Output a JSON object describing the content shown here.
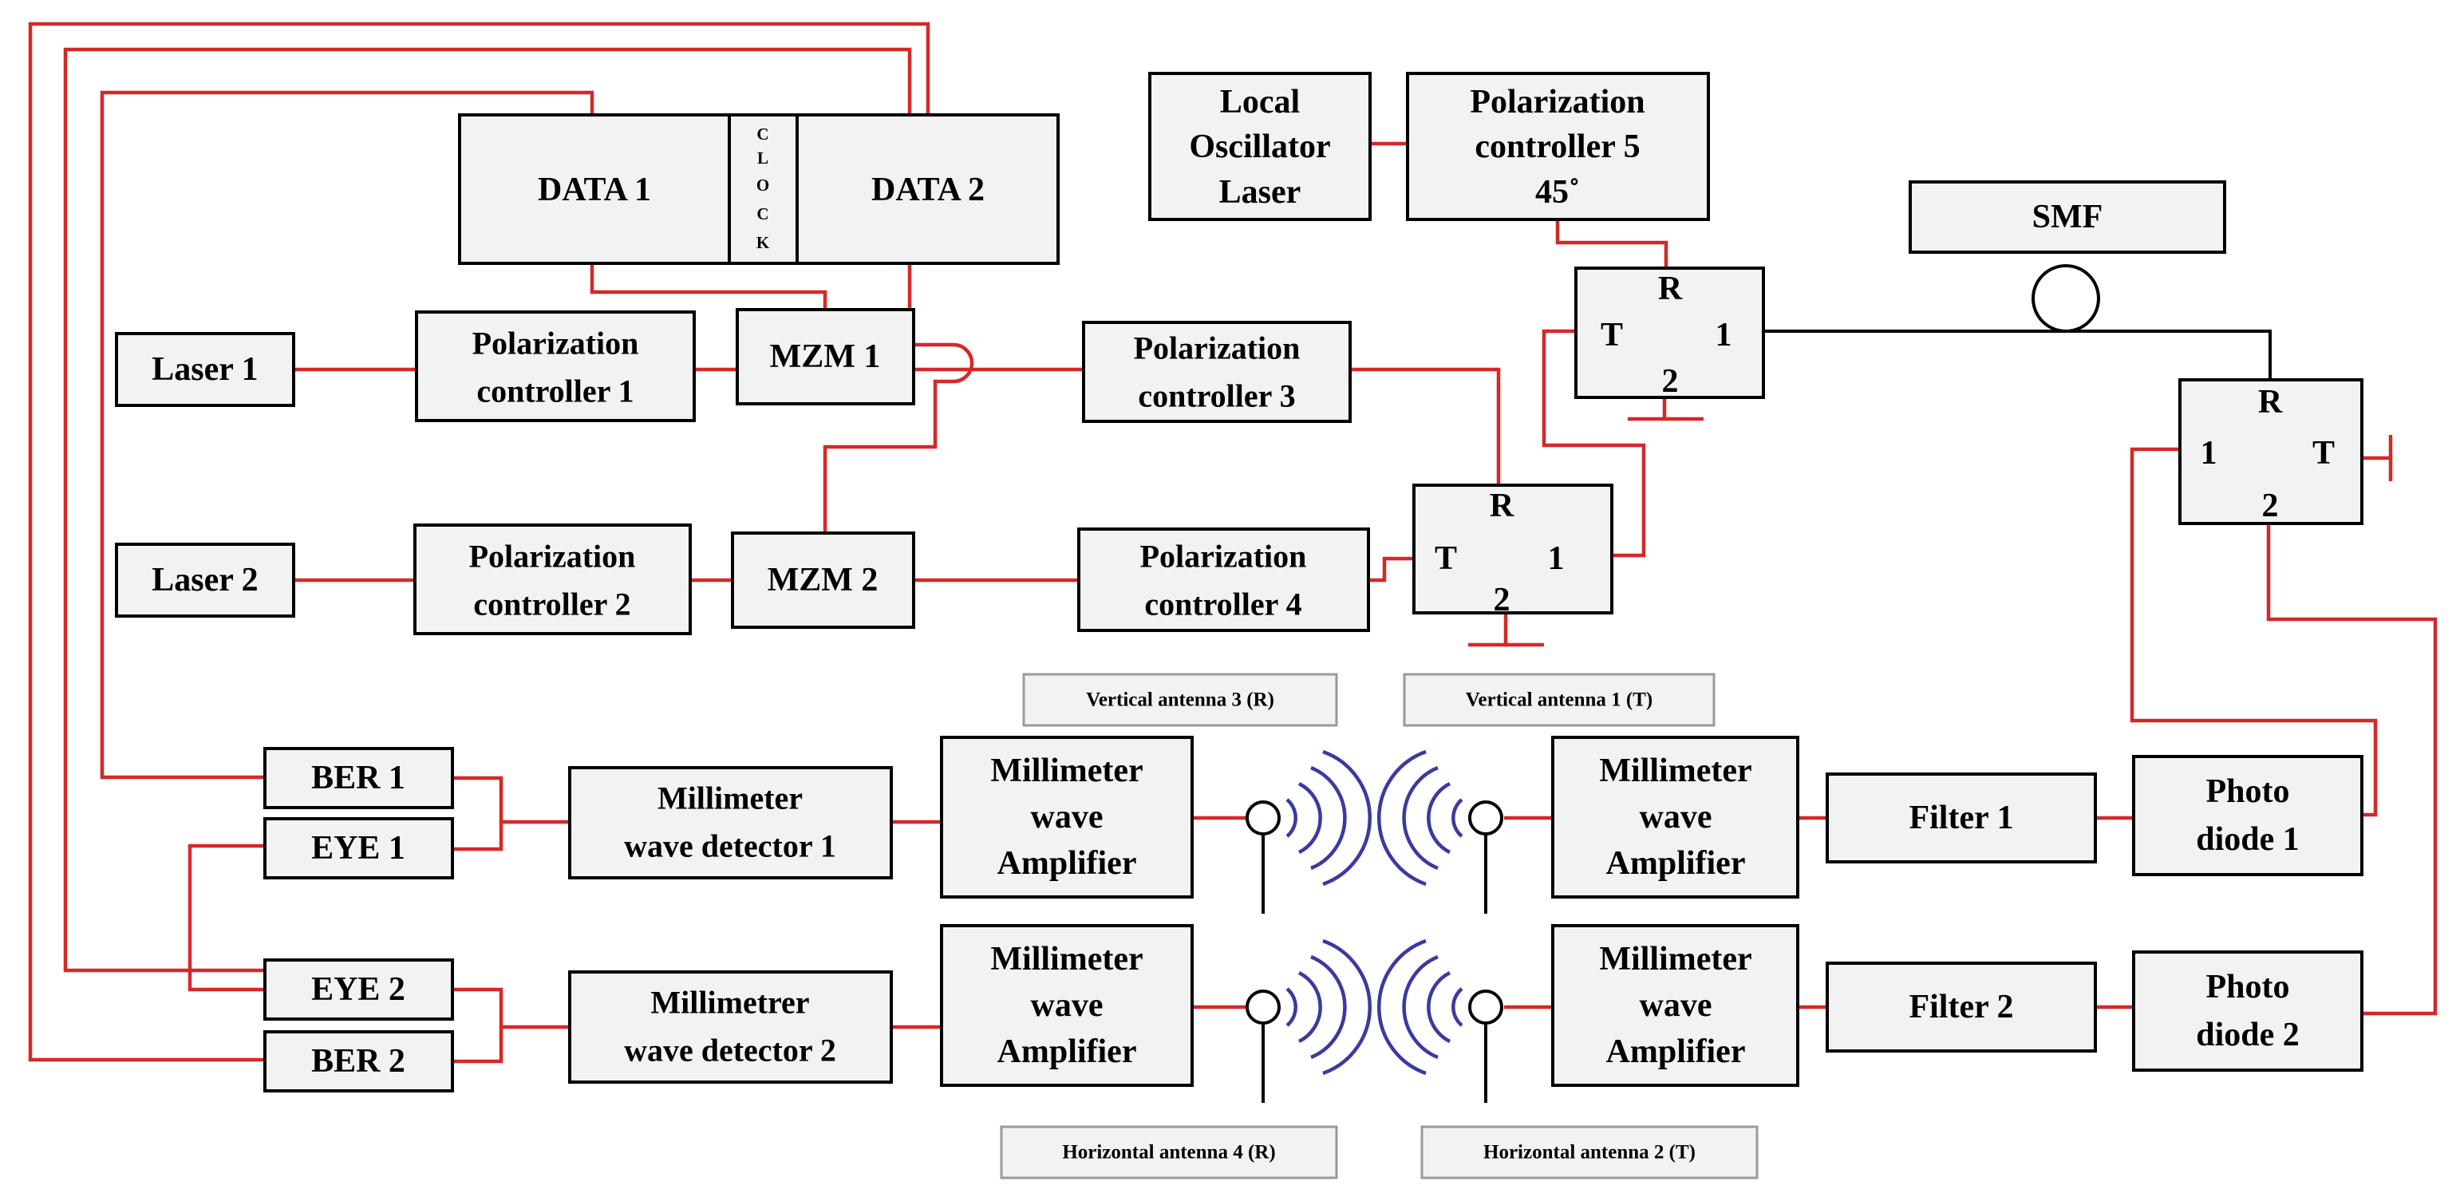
{
  "blocks": {
    "data1": "DATA 1",
    "data2": "DATA 2",
    "clock": [
      "C",
      "L",
      "O",
      "C",
      "K"
    ],
    "local_osc": [
      "Local",
      "Oscillator",
      "Laser"
    ],
    "pc5": [
      "Polarization",
      "controller 5",
      "45˚"
    ],
    "smf": "SMF",
    "laser1": "Laser 1",
    "laser2": "Laser 2",
    "pc1": [
      "Polarization",
      "controller 1"
    ],
    "pc2": [
      "Polarization",
      "controller 2"
    ],
    "pc3": [
      "Polarization",
      "controller 3"
    ],
    "pc4": [
      "Polarization",
      "controller 4"
    ],
    "mzm1": "MZM 1",
    "mzm2": "MZM 2",
    "ber1": "BER 1",
    "ber2": "BER 2",
    "eye1": "EYE 1",
    "eye2": "EYE 2",
    "det1": [
      "Millimeter",
      "wave detector 1"
    ],
    "det2": [
      "Millimetrer",
      "wave detector 2"
    ],
    "amp": [
      "Millimeter",
      "wave",
      "Amplifier"
    ],
    "filter1": "Filter 1",
    "filter2": "Filter 2",
    "pd1": [
      "Photo",
      "diode 1"
    ],
    "pd2": [
      "Photo",
      "diode 2"
    ]
  },
  "circulator_ports": {
    "r": "R",
    "t": "T",
    "p1": "1",
    "p2": "2"
  },
  "antennas": {
    "v3": "Vertical antenna 3 (R)",
    "v1": "Vertical antenna 1 (T)",
    "h4": "Horizontal antenna 4 (R)",
    "h2": "Horizontal antenna 2 (T)"
  },
  "colors": {
    "electrical_link": "#d62828",
    "optical_link": "#000000",
    "antenna_wave": "#3a3aa0",
    "block_fill": "#f2f2f2"
  }
}
